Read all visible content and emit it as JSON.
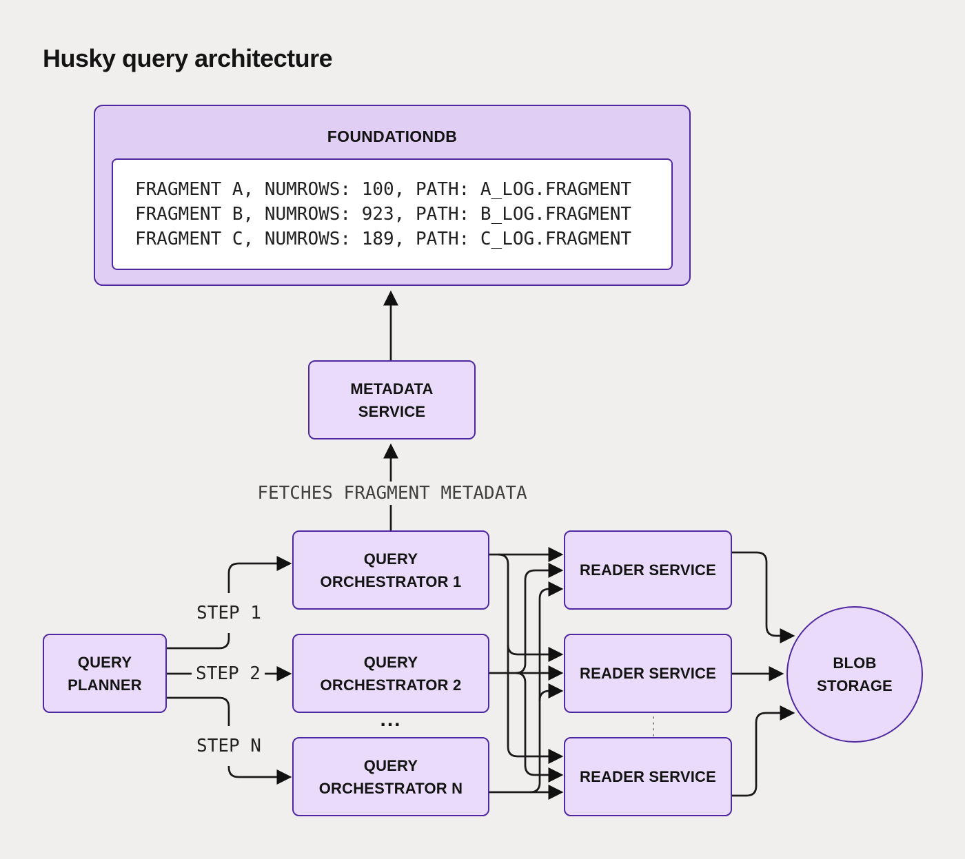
{
  "title": "Husky query architecture",
  "colors": {
    "background": "#f0efee",
    "node_fill": "#e9dbf9",
    "foundation_fill": "#e1cef4",
    "node_border": "#4e28a0",
    "wire": "#1a1a1a",
    "muted_label": "#3f3f3f"
  },
  "foundationdb": {
    "label": "FOUNDATIONDB",
    "fragments": [
      "FRAGMENT A, NUMROWS: 100, PATH: A_LOG.FRAGMENT",
      "FRAGMENT B, NUMROWS: 923, PATH: B_LOG.FRAGMENT",
      "FRAGMENT C, NUMROWS: 189, PATH: C_LOG.FRAGMENT"
    ]
  },
  "nodes": {
    "metadata_service": {
      "label": "METADATA SERVICE"
    },
    "query_planner": {
      "label": "QUERY PLANNER"
    },
    "orchestrators": [
      {
        "label": "QUERY ORCHESTRATOR 1"
      },
      {
        "label": "QUERY ORCHESTRATOR 2"
      },
      {
        "label": "QUERY ORCHESTRATOR N"
      }
    ],
    "readers": [
      {
        "label": "READER SERVICE"
      },
      {
        "label": "READER SERVICE"
      },
      {
        "label": "READER SERVICE"
      }
    ],
    "blob_storage": {
      "label": "BLOB STORAGE"
    }
  },
  "edges": {
    "fetches_label": "FETCHES FRAGMENT METADATA",
    "steps": [
      "STEP 1",
      "STEP 2",
      "STEP N"
    ],
    "more_orchestrators": "..."
  }
}
